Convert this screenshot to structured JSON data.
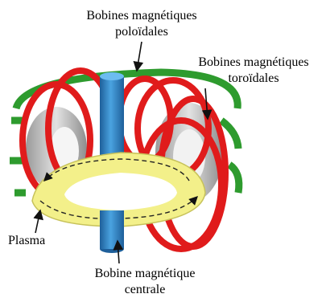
{
  "labels": {
    "poloidal": [
      "Bobines magnétiques",
      "poloïdales"
    ],
    "toroidal": [
      "Bobines magnétiques",
      "toroïdales"
    ],
    "plasma": "Plasma",
    "central": [
      "Bobine magnétique",
      "centrale"
    ]
  },
  "colors": {
    "poloidal_coil": "#2e9b2e",
    "toroidal_coil": "#e01b1b",
    "central_solenoid": "#2f86c8",
    "plasma": "#f3f08a",
    "vessel": "#c8c8c8",
    "arrow": "#111111"
  }
}
